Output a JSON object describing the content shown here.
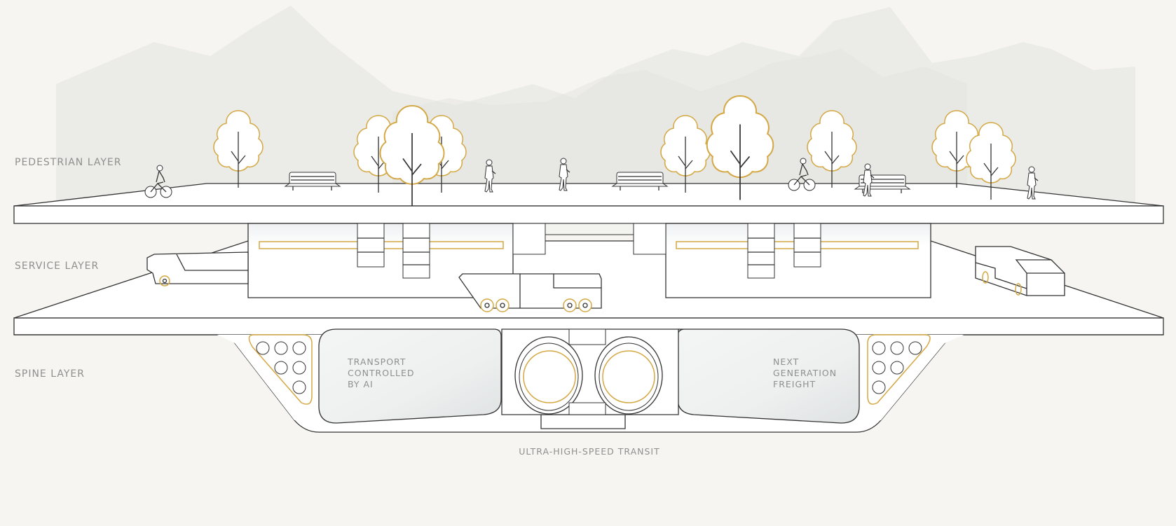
{
  "colors": {
    "background": "#f6f5f1",
    "accent_gold": "#d4a844",
    "line": "#333333",
    "label_gray": "#8f8f8f",
    "mountain": "#e9e9e6",
    "tube_fill": "#eef0f0"
  },
  "layers": {
    "pedestrian": {
      "label": "PEDESTRIAN LAYER"
    },
    "service": {
      "label": "SERVICE LAYER"
    },
    "spine": {
      "label": "SPINE LAYER"
    }
  },
  "spine": {
    "left_tube_lines": [
      "TRANSPORT",
      "CONTROLLED",
      "BY AI"
    ],
    "right_tube_lines": [
      "NEXT",
      "GENERATION",
      "FREIGHT"
    ],
    "caption": "ULTRA-HIGH-SPEED TRANSIT"
  },
  "icons": {
    "pedestrian_layer": [
      "tree-icon",
      "bench-icon",
      "cyclist-icon",
      "pedestrian-icon",
      "seated-person-icon"
    ],
    "service_layer": [
      "autonomous-shuttle-icon",
      "delivery-truck-icon",
      "van-icon",
      "support-column-icon"
    ],
    "spine_layer": [
      "utility-conduit-icon",
      "hyperloop-tube-icon"
    ]
  }
}
